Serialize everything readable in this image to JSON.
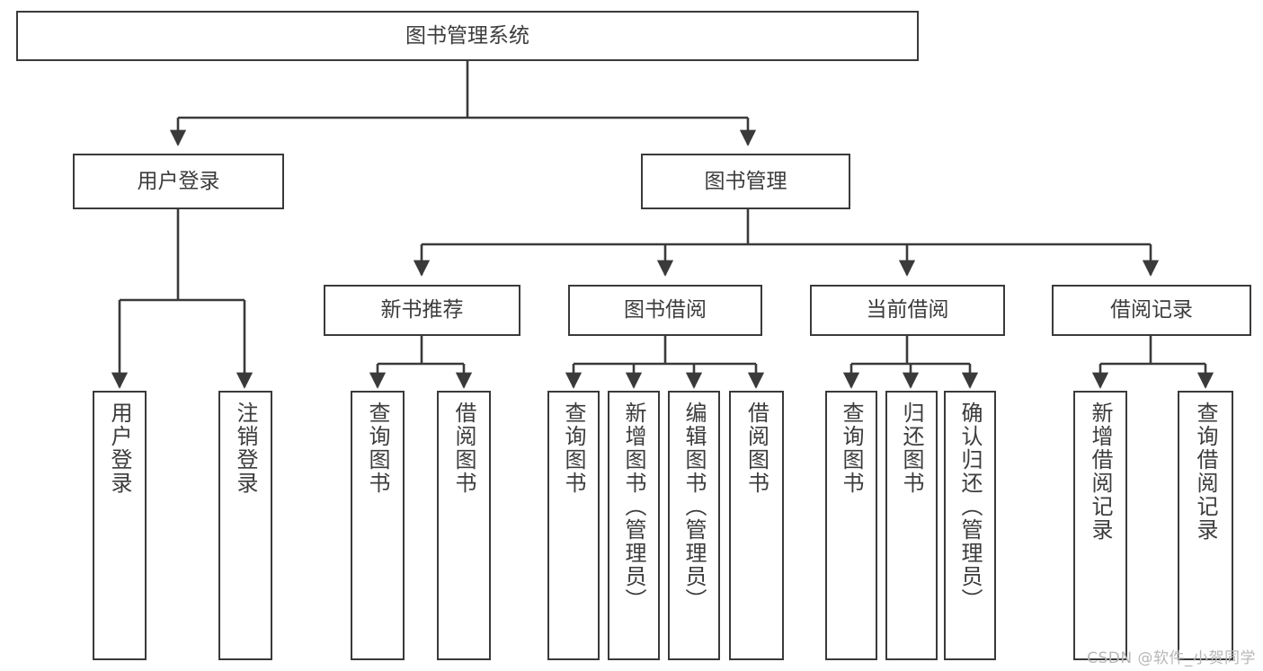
{
  "diagram": {
    "title": "图书管理系统",
    "type": "tree",
    "watermark": "CSDN @软件_小贺同学",
    "colors": {
      "box_border": "#3a3a3a",
      "box_fill": "#ffffff",
      "link": "#3a3a3a",
      "text": "#3c3c3c",
      "watermark": "#b7b7b7",
      "background": "#ffffff"
    },
    "nodes": {
      "root": {
        "label": "图书管理系统"
      },
      "level2": [
        {
          "label": "用户登录"
        },
        {
          "label": "图书管理"
        }
      ],
      "level3": [
        {
          "label": "新书推荐"
        },
        {
          "label": "图书借阅"
        },
        {
          "label": "当前借阅"
        },
        {
          "label": "借阅记录"
        }
      ],
      "leaves": {
        "user_login": [
          {
            "label": "用户登录"
          },
          {
            "label": "注销登录"
          }
        ],
        "new_books": [
          {
            "label": "查询图书"
          },
          {
            "label": "借阅图书"
          }
        ],
        "borrow_books": [
          {
            "label": "查询图书"
          },
          {
            "label": "新增图书（管理员）"
          },
          {
            "label": "编辑图书（管理员）"
          },
          {
            "label": "借阅图书"
          }
        ],
        "current_borrow": [
          {
            "label": "查询图书"
          },
          {
            "label": "归还图书"
          },
          {
            "label": "确认归还（管理员）"
          }
        ],
        "borrow_records": [
          {
            "label": "新增借阅记录"
          },
          {
            "label": "查询借阅记录"
          }
        ]
      }
    }
  }
}
